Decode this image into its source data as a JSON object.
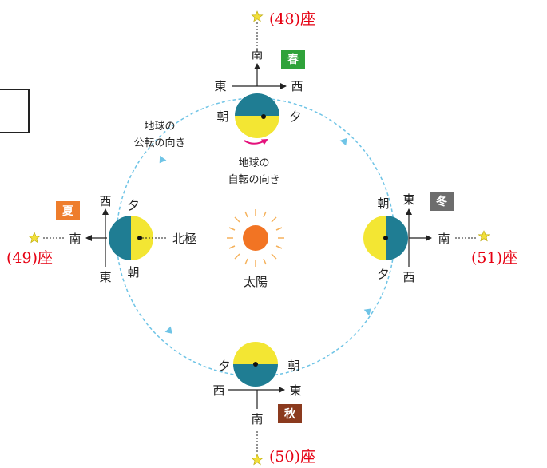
{
  "colors": {
    "ocean": "#1f7d93",
    "daylight": "#f3e633",
    "orbit": "#6fc4e6",
    "red_text": "#e60012",
    "sun": "#f27423",
    "sun_rays": "#f5b15a",
    "spin_arrow": "#e4127c",
    "star": "#f2df3a",
    "spring": "#2fa23a",
    "summer": "#ee7d2c",
    "autumn": "#8b3a1e",
    "winter": "#6d6d6d"
  },
  "icons": {
    "star": "star-icon",
    "sun": "sun-icon",
    "arrow": "arrow-icon"
  },
  "labels": {
    "orbit_direction": [
      "地球の",
      "公転の向き"
    ],
    "rotation_direction": [
      "地球の",
      "自転の向き"
    ],
    "sun": "太陽",
    "north_pole": "北極"
  },
  "directions": {
    "south": "南",
    "east": "東",
    "west": "西",
    "morning": "朝",
    "evening": "夕"
  },
  "seasons": {
    "spring": "春",
    "summer": "夏",
    "autumn": "秋",
    "winter": "冬"
  },
  "constellations": {
    "top": "(48)座",
    "left": "(49)座",
    "bottom": "(50)座",
    "right": "(51)座"
  }
}
